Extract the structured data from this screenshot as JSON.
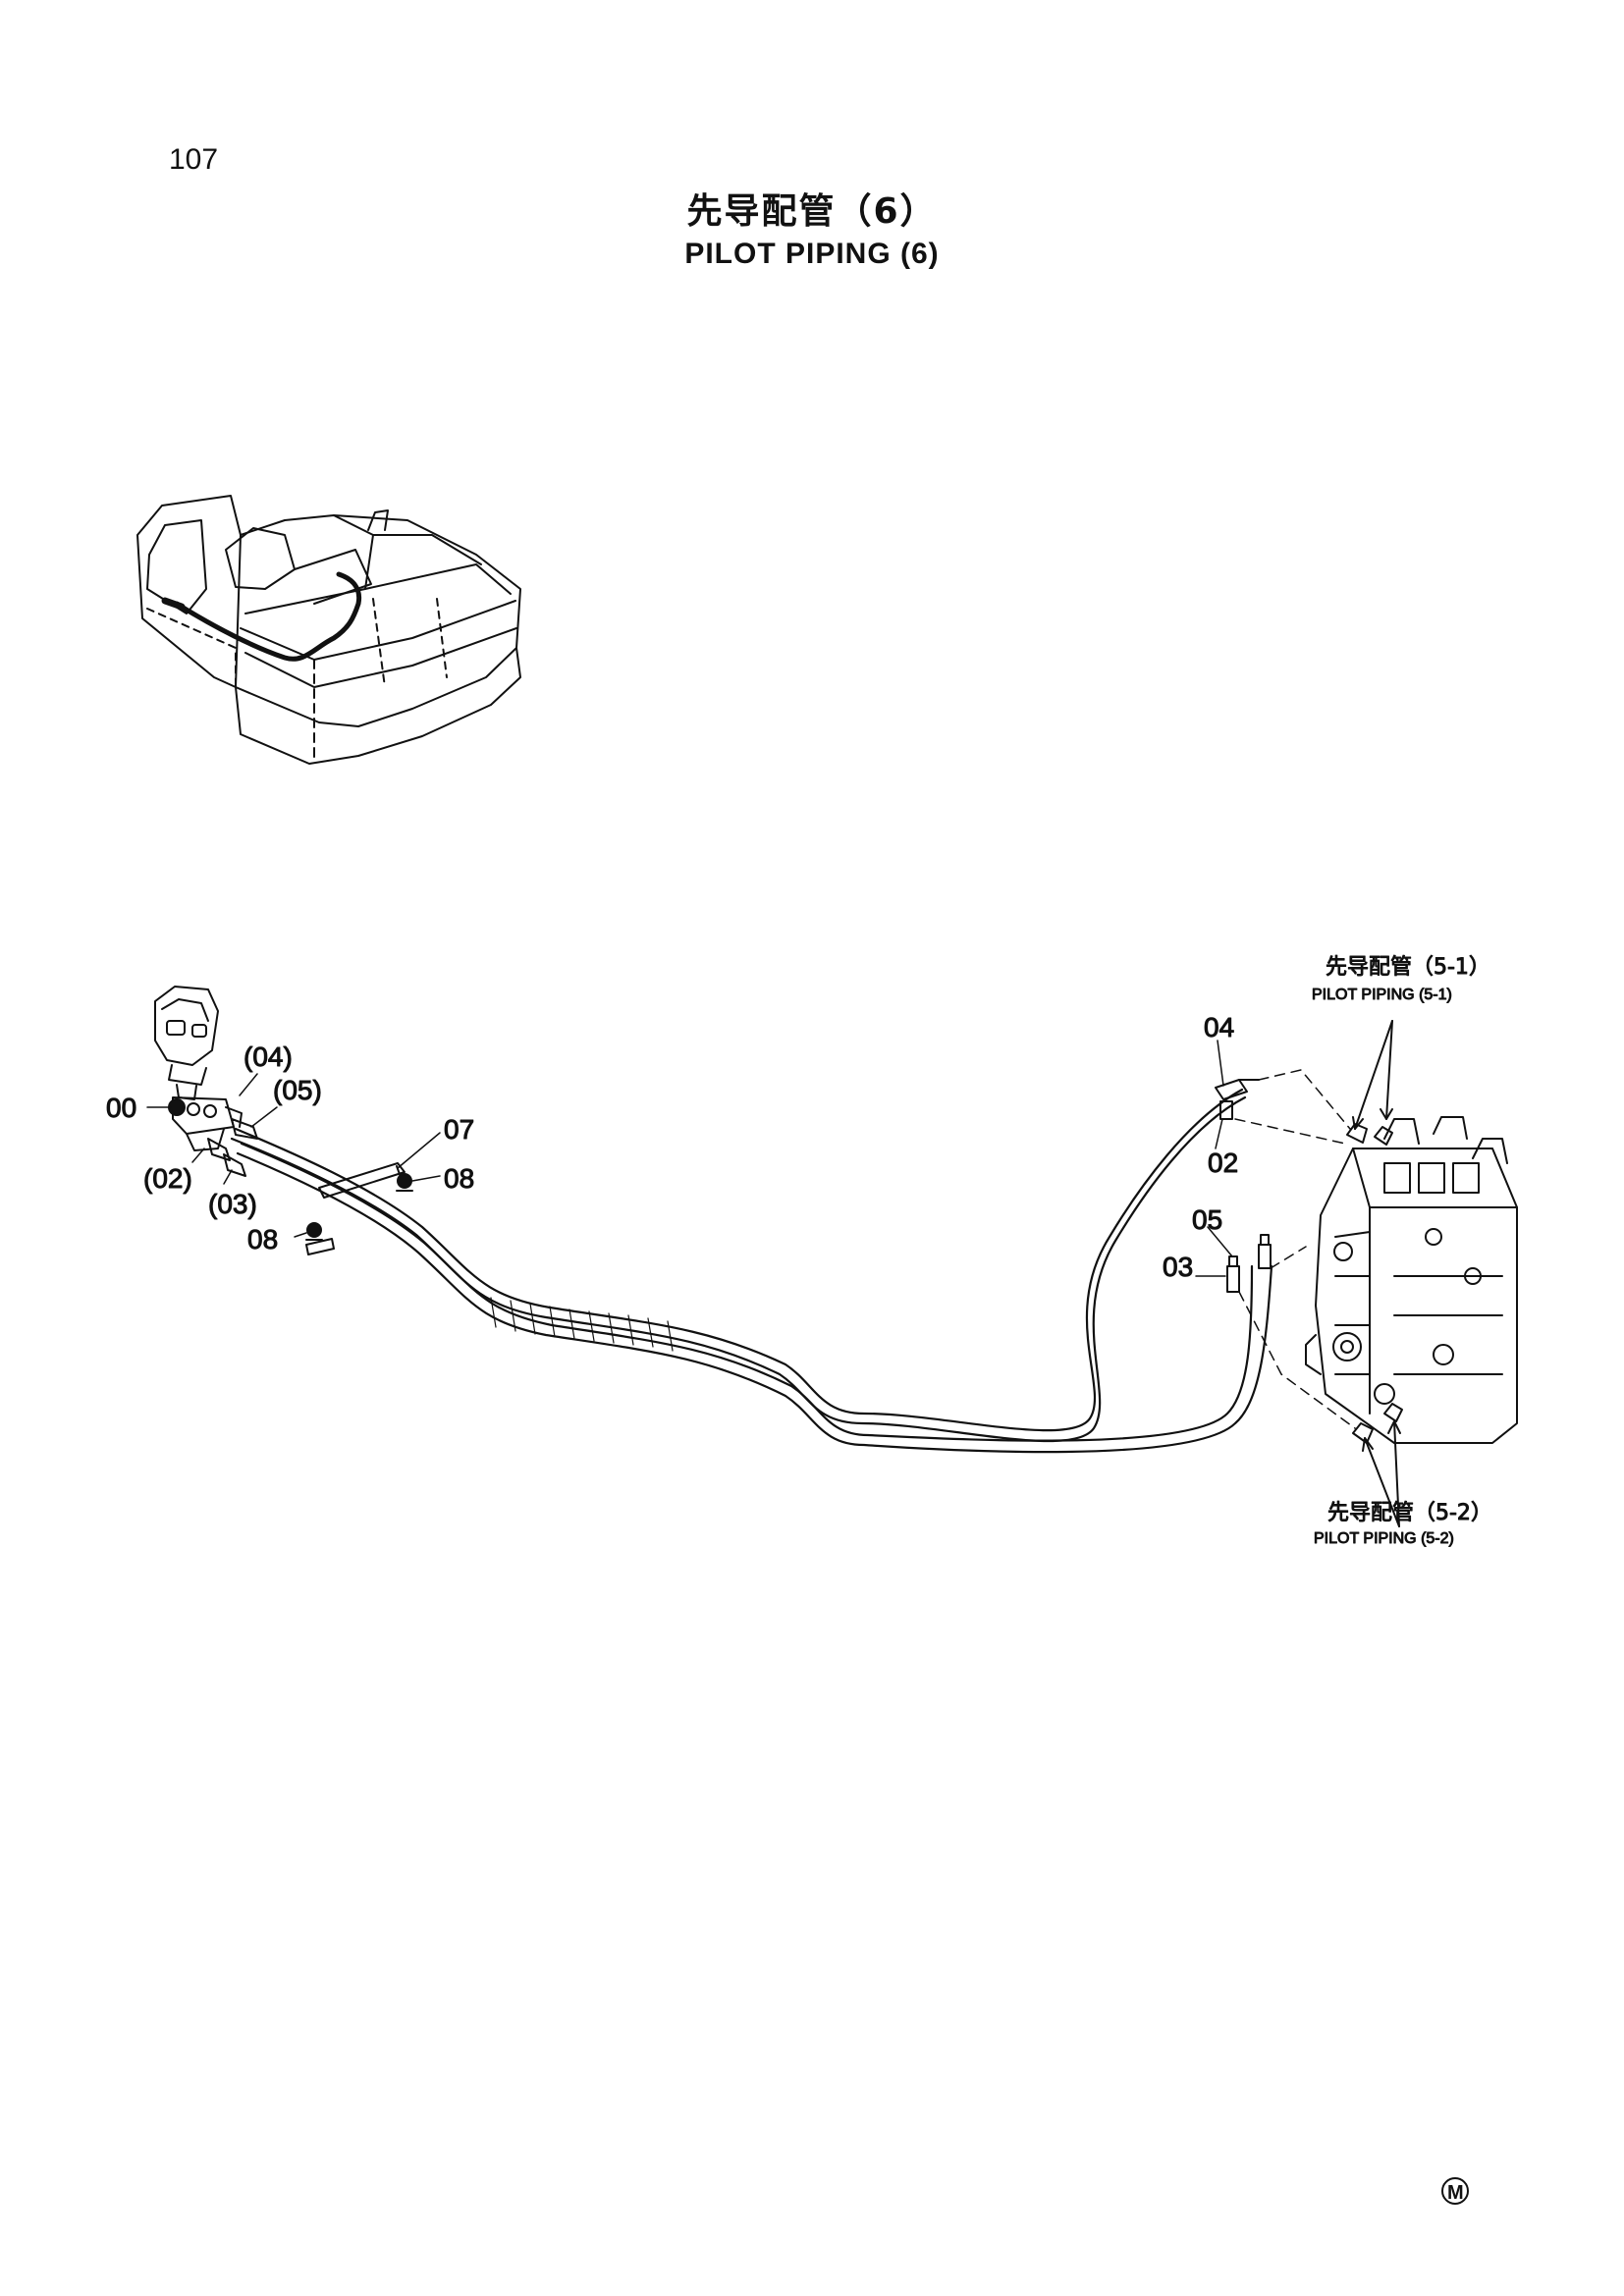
{
  "page": {
    "number": "107"
  },
  "title": {
    "cn": "先导配管（6）",
    "en": "PILOT  PIPING (6)"
  },
  "references": [
    {
      "cn": "先导配管（5-1）",
      "en": "PILOT  PIPING (5-1)"
    },
    {
      "cn": "先导配管（5-2）",
      "en": "PILOT  PIPING (5-2)"
    }
  ],
  "callouts": {
    "c00": "00",
    "c02p": "(02)",
    "c03p": "(03)",
    "c04p": "(04)",
    "c05p": "(05)",
    "c07": "07",
    "c08a": "08",
    "c08b": "08",
    "c04": "04",
    "c02": "02",
    "c05": "05",
    "c03": "03"
  },
  "footer": {
    "mark": "M"
  }
}
